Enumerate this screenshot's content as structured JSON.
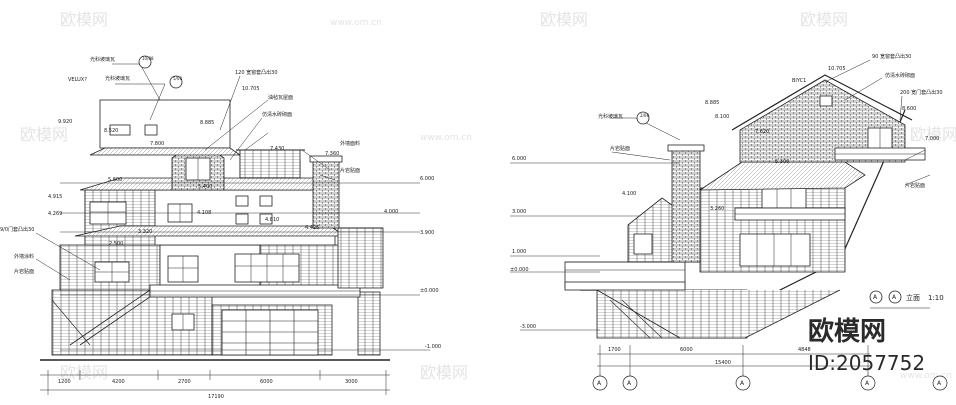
{
  "watermark": {
    "brand": "欧模网",
    "site": "www.om.cn"
  },
  "brand_mark": {
    "name": "欧模网",
    "id": "ID:2057752"
  },
  "left_elevation": {
    "notes": [
      "光科坡璃瓦",
      "光科坡璃瓦",
      "VELUX?",
      "120 宽窗套凸出30",
      "油毡瓦屋面",
      "仿清水砖砌面",
      "外墙面料",
      "片岩贴面",
      "9/0门套凸出30",
      "外墙涂料",
      "片岩贴面"
    ],
    "callouts": [
      "10/08",
      "5/08"
    ],
    "levels": [
      "10.705",
      "9.920",
      "8.520",
      "8.885",
      "7.800",
      "7.430",
      "7.360",
      "5.800",
      "5.400",
      "4.915",
      "4.810",
      "4.425",
      "4.269",
      "4.108",
      "3.320",
      "2.500",
      "6.000",
      "4.000",
      "3.900",
      "±0.000",
      "-1.000"
    ],
    "dims": [
      "1200",
      "4200",
      "2700",
      "6000",
      "3000"
    ],
    "total": "17190"
  },
  "right_elevation": {
    "notes": [
      "90 宽窗套凸出30",
      "仿清水砖砌面",
      "200 宽门套凸出30",
      "光科坡璃瓦",
      "片岩贴面",
      "片岩贴面",
      "BIYC1"
    ],
    "callouts": [
      "2/08"
    ],
    "levels": [
      "10.705",
      "8.885",
      "8.600",
      "8.100",
      "7.620",
      "7.000",
      "5.300",
      "4.100",
      "3.260",
      "6.000",
      "3.000",
      "1.000",
      "±0.000",
      "-3.000"
    ],
    "dims": [
      "1700",
      "6000",
      "4848"
    ],
    "total": "15400"
  },
  "title_block": {
    "axis_a": "A",
    "axis_b": "A",
    "label": "立面",
    "scale": "1:10"
  },
  "axes": [
    "A",
    "A",
    "A",
    "A",
    "A"
  ]
}
